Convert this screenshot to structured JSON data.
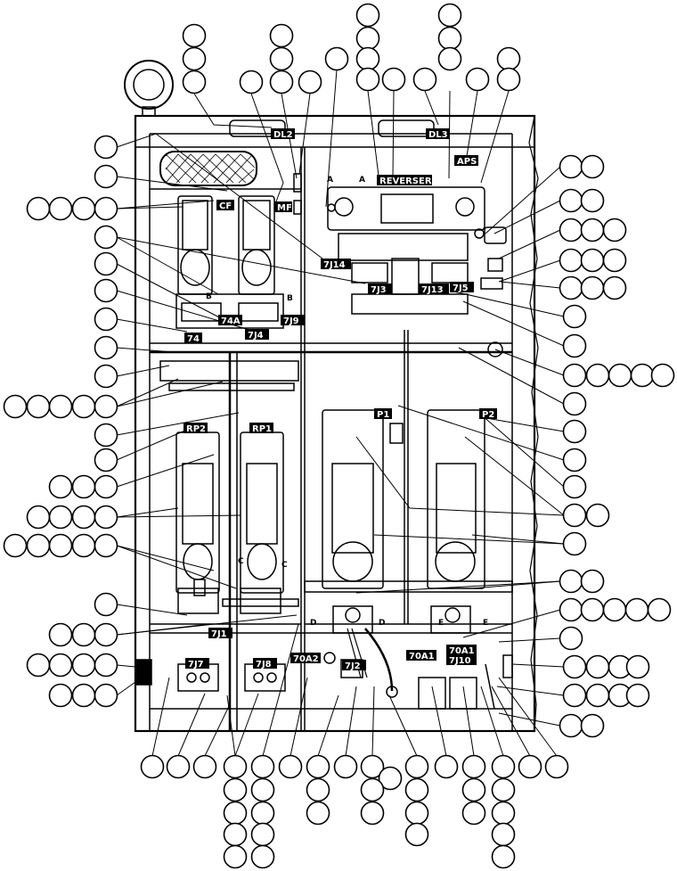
{
  "labels": {
    "dl2": "DL2",
    "dl3": "DL3",
    "aps": "APS",
    "reverser": "REVERSER",
    "cf": "CF",
    "mf": "MF",
    "7j14": "7J14",
    "7j3": "7J3",
    "7j13": "7J13",
    "7j5": "7J5",
    "74a": "74A",
    "7j9": "7J9",
    "74": "74",
    "7j4": "7J4",
    "rp2": "RP2",
    "rp1": "RP1",
    "p1": "P1",
    "p2": "P2",
    "7j1": "7J1",
    "7j7": "7J7",
    "7j8": "7J8",
    "70a2": "70A2",
    "7j2": "7J2",
    "70a1": "70A1",
    "70a1b": "70A1",
    "7j10": "7J10"
  },
  "letters": {
    "a1": "A",
    "a2": "A",
    "b1": "B",
    "b2": "B",
    "c1": "C",
    "c2": "C",
    "d1": "D",
    "d2": "D",
    "e1": "E",
    "e2": "E"
  }
}
